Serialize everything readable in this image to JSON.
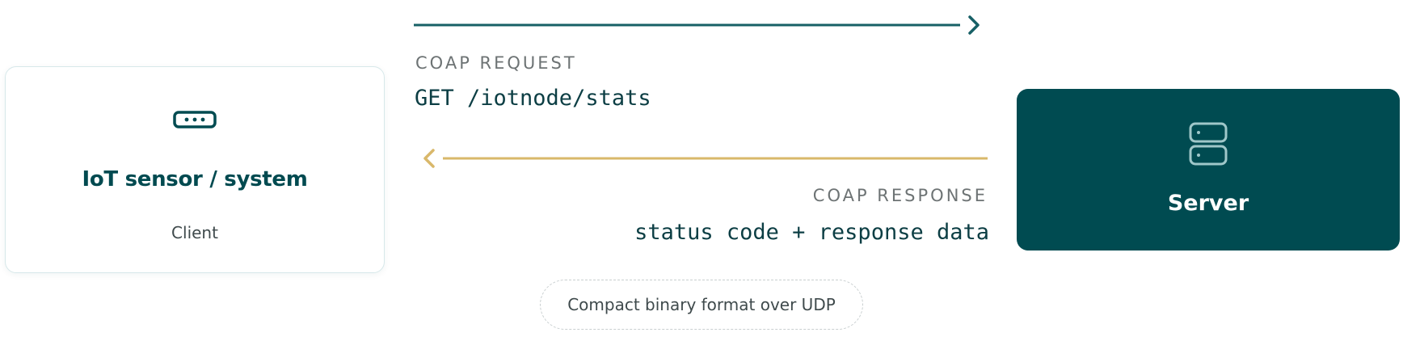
{
  "client": {
    "icon": "device-icon",
    "title": "IoT sensor / system",
    "subtitle": "Client"
  },
  "server": {
    "icon": "server-icon",
    "title": "Server"
  },
  "request": {
    "label": "COAP REQUEST",
    "code": "GET /iotnode/stats"
  },
  "response": {
    "label": "COAP RESPONSE",
    "code": "status code + response data"
  },
  "footnote": "Compact binary format over UDP",
  "colors": {
    "primary": "#004b51",
    "request_arrow": "#176066",
    "response_arrow": "#d9b86a",
    "card_border": "#d7e8ea",
    "text_muted": "#6d7374"
  }
}
